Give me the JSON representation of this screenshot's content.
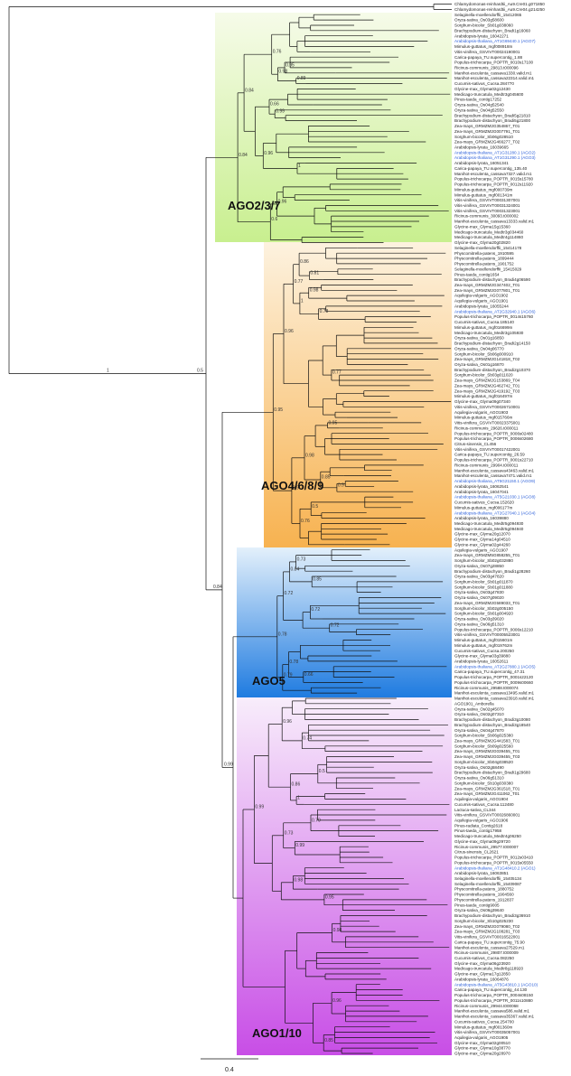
{
  "clades": [
    {
      "id": "ago237",
      "label": "AGO2/3/7",
      "color_top": "#f6fbe9",
      "color_bottom": "#c8ef8f"
    },
    {
      "id": "ago4689",
      "label": "AGO4/6/8/9",
      "color_top": "#fdf2df",
      "color_bottom": "#f7b250"
    },
    {
      "id": "ago5",
      "label": "AGO5",
      "color_top": "#e3f0fb",
      "color_bottom": "#1f7be0"
    },
    {
      "id": "ago110",
      "label": "AGO1/10",
      "color_top": "#f8edfb",
      "color_bottom": "#c84ee6"
    }
  ],
  "leaves": [
    "Chlamydomonas-reinhardtii_Au9.Cre01.g071850",
    "Chlamydomonas-reinhardtii_Au9.Cre04.g214250",
    "Selaginella-moellendorffii_15412065",
    "Oryza-sativa_Os03g58600",
    "Sorghum-bicolor_Sb01g038060",
    "Brachypodium-distachyon_Bradi1g16060",
    "Arabidopsis-lyrata_16042271",
    "Arabidopsis-thaliana_AT1G69440.1 (AGO7)",
    "Mimulus-guttatus_mgf008918m",
    "Vitis-vinifera_GSVIVT00024190001",
    "Carica-papaya_TU.supercontig_1.88",
    "Populus-trichocarpa_POPTR_0010s17100",
    "Ricinus-communis_29813.t000096",
    "Manihot-esculenta_cassava1330.valid.m1",
    "Manihot-esculenta_cassava22314.valid.m1",
    "Cucumis-sativus_Cucsa.284770",
    "Glycine-max_Glyma02g12430",
    "Medicago-truncatula_Medtr3g045600",
    "Pinus-taeda_contig17252",
    "Oryza-sativa_Os04g52540",
    "Oryza-sativa_Os04g52550",
    "Brachypodium-distachyon_Bradi5g21810",
    "Brachypodium-distachyon_Bradi5g21800",
    "Zea-mays_GRMZM2G354867_T01",
    "Zea-mays_GRMZM2G007791_T01",
    "Sorghum-bicolor_Sb06g028510",
    "Zea-mays_GRMZM2G466277_T02",
    "Arabidopsis-lyrata_16039665",
    "Arabidopsis-thaliana_AT1G31280.1 (AGO2)",
    "Arabidopsis-thaliana_AT1G31290.1 (AGO3)",
    "Arabidopsis-lyrata_16051341",
    "Carica-papaya_TU.supercontig_135.40",
    "Manihot-esculenta_cassava7327.valid.m1",
    "Populus-trichocarpa_POPTR_0015s15780",
    "Populus-trichocarpa_POPTR_0012s11920",
    "Mimulus-guttatus_mgf000739m",
    "Mimulus-guttatus_mgf001341m",
    "Vitis-vinifera_GSVIVT00031307001",
    "Vitis-vinifera_GSVIVT00031324001",
    "Vitis-vinifera_GSVIVT00031323001",
    "Ricinus-communis_30093.t000002",
    "Manihot-esculenta_cassava13333.valid.m1",
    "Glycine-max_Glyma15g15360",
    "Medicago-truncatula_Medtr3g034460",
    "Medicago-truncatula_Medtr4g114860",
    "Glycine-max_Glyma20g02820",
    "Selaginella-moellendorffii_15414178",
    "Physcomitrella-patens_1910595",
    "Physcomitrella-patens_1899444",
    "Physcomitrella-patens_1901752",
    "Selaginella-moellendorffii_15415029",
    "Pinus-taeda_contig1654",
    "Brachypodium-distachyon_Bradi4g06590",
    "Zea-mays_GRMZM2G347402_T01",
    "Zea-mays_GRMZM2G077801_T01",
    "Aquilegia-vulgaris_AGO1902",
    "Aquilegia-vulgaris_AGO1901",
    "Arabidopsis-lyrata_16055244",
    "Arabidopsis-thaliana_AT2G32940.1 (AGO6)",
    "Populus-trichocarpa_POPTR_0014s15760",
    "Cucumis-sativus_Cucsa.185140",
    "Mimulus-guttatus_mgf016699m",
    "Medicago-truncatula_Medtr3g105930",
    "Oryza-sativa_Os01g16850",
    "Brachypodium-distachyon_Bradi2g14150",
    "Oryza-sativa_Os04g06770",
    "Sorghum-bicolor_Sb06g000910",
    "Zea-mays_GRMZM2G141818_T02",
    "Oryza-sativa_Os01g16870",
    "Brachypodium-distachyon_Bradi2g10370",
    "Sorghum-bicolor_Sb03g011020",
    "Zea-mays_GRMZM2G153869_T04",
    "Zea-mays_GRMZM2G462742_T01",
    "Zea-mays_GRMZM2G419192_T03",
    "Mimulus-guttatus_mgf016497m",
    "Glycine-max_Glyma09g07340",
    "Vitis-vinifera_GSVIVT00026710001",
    "Aquilegia-vulgaris_AGO1903",
    "Mimulus-guttatus_mgf015766m",
    "Vitis-vinifera_GSVIVT00023375001",
    "Ricinus-communis_29626.t000011",
    "Populus-trichocarpa_POPTR_0006s02480",
    "Populus-trichocarpa_POPTR_0006s02680",
    "Citrus-sinensis_CL456",
    "Vitis-vinifera_GSVIVT00017422001",
    "Carica-papaya_TU.supercontig_26.59",
    "Populus-trichocarpa_POPTR_0001s22710",
    "Ricinus-communis_29904.t000011",
    "Manihot-esculenta_cassava43463.valid.m1",
    "Manihot-esculenta_cassava7471.valid.m1",
    "Arabidopsis-thaliana_AT5G21150.1 (AGO9)",
    "Arabidopsis-lyrata_16062541",
    "Arabidopsis-lyrata_16047041",
    "Arabidopsis-thaliana_AT5G21030.1 (AGO8)",
    "Cucumis-sativus_Cucsa.152620",
    "Mimulus-guttatus_mgf006177m",
    "Arabidopsis-thaliana_AT2G27040.1 (AGO4)",
    "Arabidopsis-lyrata_16039880",
    "Medicago-truncatula_Medtr5g094930",
    "Medicago-truncatula_Medtr5g094940",
    "Glycine-max_Glyma20g12070",
    "Glycine-max_Glyma14g04510",
    "Glycine-max_Glyma02g44260",
    "Aquilegia-vulgaris_AGO1907",
    "Zea-mays_GRMZM5G858255_T01",
    "Sorghum-bicolor_Sb02g032880",
    "Oryza-sativa_Os07g28850",
    "Brachypodium-distachyon_Bradi1g28260",
    "Oryza-sativa_Os03g47820",
    "Sorghum-bicolor_Sb01g011870",
    "Sorghum-bicolor_Sb01g011880",
    "Oryza-sativa_Os03g47830",
    "Oryza-sativa_Os07g09020",
    "Zea-mays_GRMZM2G589033_T01",
    "Sorghum-bicolor_Sb02g005150",
    "Sorghum-bicolor_Sb01g004920",
    "Oryza-sativa_Os03g39020",
    "Oryza-sativa_Os06g51310",
    "Populus-trichocarpa_POPTR_0006s12210",
    "Vitis-vinifera_GSVIVT00005523001",
    "Mimulus-guttatus_mgf015601m",
    "Mimulus-guttatus_mgf019762m",
    "Cucumis-sativus_Cucsa.200250",
    "Glycine-max_Glyma03g39880",
    "Arabidopsis-lyrata_16052611",
    "Arabidopsis-thaliana_AT2G27880.1 (AGO5)",
    "Carica-papaya_TU.supercontig_47.31",
    "Populus-trichocarpa_POPTR_0001s22120",
    "Populus-trichocarpa_POPTR_0009s00660",
    "Ricinus-communis_29588.t000074",
    "Manihot-esculenta_cassava13495.valid.m1",
    "Manihot-esculenta_cassava23918.valid.m1",
    "AGO1901_Amborella",
    "Oryza-sativa_Os02g45070",
    "Oryza-sativa_Os02g07310",
    "Brachypodium-distachyon_Bradi3g10080",
    "Brachypodium-distachyon_Bradi3g18540",
    "Oryza-sativa_Os04g47870",
    "Sorghum-bicolor_Sb06g025380",
    "Zea-mays_GRMZM2G441583_T01",
    "Sorghum-bicolor_Sb09g025560",
    "Zea-mays_GRMZM2G039455_T01",
    "Zea-mays_GRMZM2G039455_T03",
    "Sorghum-bicolor_Sb04g038520",
    "Oryza-sativa_Os02g58490",
    "Brachypodium-distachyon_Bradi1g29680",
    "Oryza-sativa_Os06g51310",
    "Sorghum-bicolor_Sb10g030380",
    "Zea-mays_GRMZM2G361518_T01",
    "Zea-mays_GRMZM2G411062_T01",
    "Aquilegia-vulgaris_AGO1904",
    "Cucumis-sativus_Cucsa.112480",
    "Lactuca-sativa_CL344",
    "Vitis-vinifera_GSVIVT00026860001",
    "Aquilegia-vulgaris_AGO1906",
    "Pinus-radiata_Contig2618",
    "Pinus-taeda_contig17958",
    "Medicago-truncatula_Medtr4g06250",
    "Glycine-max_Glyma09g29720",
    "Ricinus-communis_29577.t000007",
    "Citrus-sinensis_CL2621",
    "Populus-trichocarpa_POPTR_0012s03410",
    "Populus-trichocarpa_POPTR_0015s05550",
    "Arabidopsis-thaliana_AT1G48410.2 (AGO1)",
    "Arabidopsis-lyrata_16063851",
    "Selaginella-moellendorffii_15405134",
    "Selaginella-moellendorffii_15409087",
    "Physcomitrella-patens_1880752",
    "Physcomitrella-patens_1904560",
    "Physcomitrella-patens_1912837",
    "Pinus-taeda_contig9005",
    "Oryza-sativa_Os06g39640",
    "Brachypodium-distachyon_Bradi3g36910",
    "Sorghum-bicolor_Sb10g025230",
    "Zea-mays_GRMZM2G079080_T02",
    "Zea-mays_GRMZM2G108281_T03",
    "Vitis-vinifera_GSVIVT00016522001",
    "Carica-papaya_TU.supercontig_75.90",
    "Manihot-esculenta_cassava27529.m1",
    "Ricinus-communis_29807.t000009",
    "Cucumis-sativus_Cucsa.082250",
    "Glycine-max_Glyma06g23920",
    "Medicago-truncatula_Medtr8g118920",
    "Glycine-max_Glyma17g12850",
    "Arabidopsis-lyrata_16064876",
    "Arabidopsis-thaliana_AT5G43810.1 (AGO10)",
    "Carica-papaya_TU.supercontig_44.130",
    "Populus-trichocarpa_POPTR_0004s08150",
    "Populus-trichocarpa_POPTR_0011s10880",
    "Ricinus-communis_29944.t000068",
    "Manihot-esculenta_cassava586.valid.m1",
    "Manihot-esculenta_cassava35367.valid.m1",
    "Cucumis-sativus_Cucsa.254700",
    "Mimulus-guttatus_mgf001360m",
    "Vitis-vinifera_GSVIVT00035057001",
    "Aquilegia-vulgaris_AGO1905",
    "Glycine-max_Glyma02g00510",
    "Glycine-max_Glyma10g38770",
    "Glycine-max_Glyma20g28970"
  ],
  "support_values": [
    "0.6",
    "0.98",
    "0.99",
    "1",
    "0.92",
    "0.76",
    "0.79",
    "0.77",
    "0.5",
    "0.84",
    "0.74",
    "0.96",
    "0.9",
    "0.95",
    "0.86",
    "0.94",
    "0.78",
    "0.72",
    "0.73",
    "0.66",
    "0.85",
    "0.81",
    "0.89"
  ],
  "scale_bar": {
    "label": "0.4"
  }
}
